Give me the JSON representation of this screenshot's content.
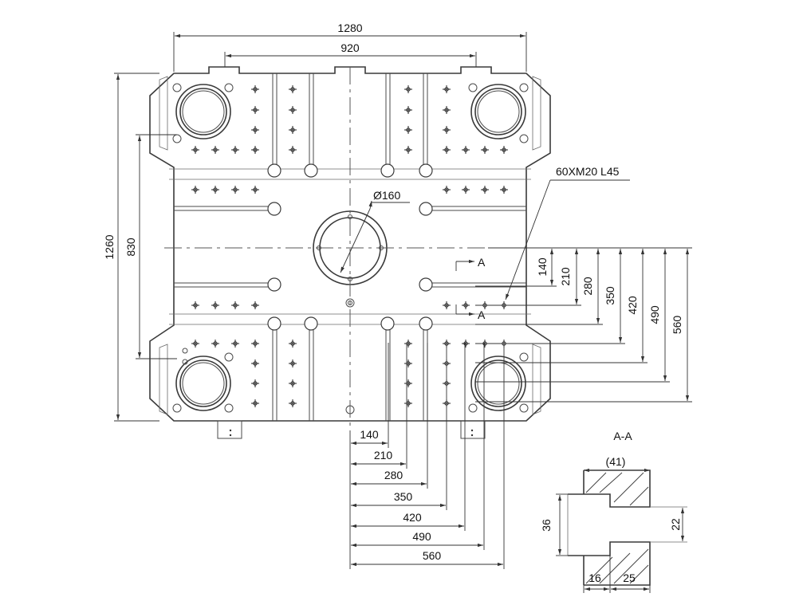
{
  "dimensions": {
    "overall_width": "1280",
    "top_width": "920",
    "overall_height": "1260",
    "side_height": "830",
    "hole_dia": "Ø160",
    "tap_note": "60XM20 L45",
    "section_marker": "A",
    "right_dims": [
      "140",
      "210",
      "280",
      "350",
      "420",
      "490",
      "560"
    ],
    "bottom_dims": [
      "140",
      "210",
      "280",
      "350",
      "420",
      "490",
      "560"
    ]
  },
  "section": {
    "title": "A-A",
    "top_ref": "(41)",
    "height_left": "36",
    "height_right": "22",
    "bottom_left": "16",
    "bottom_right": "25"
  }
}
